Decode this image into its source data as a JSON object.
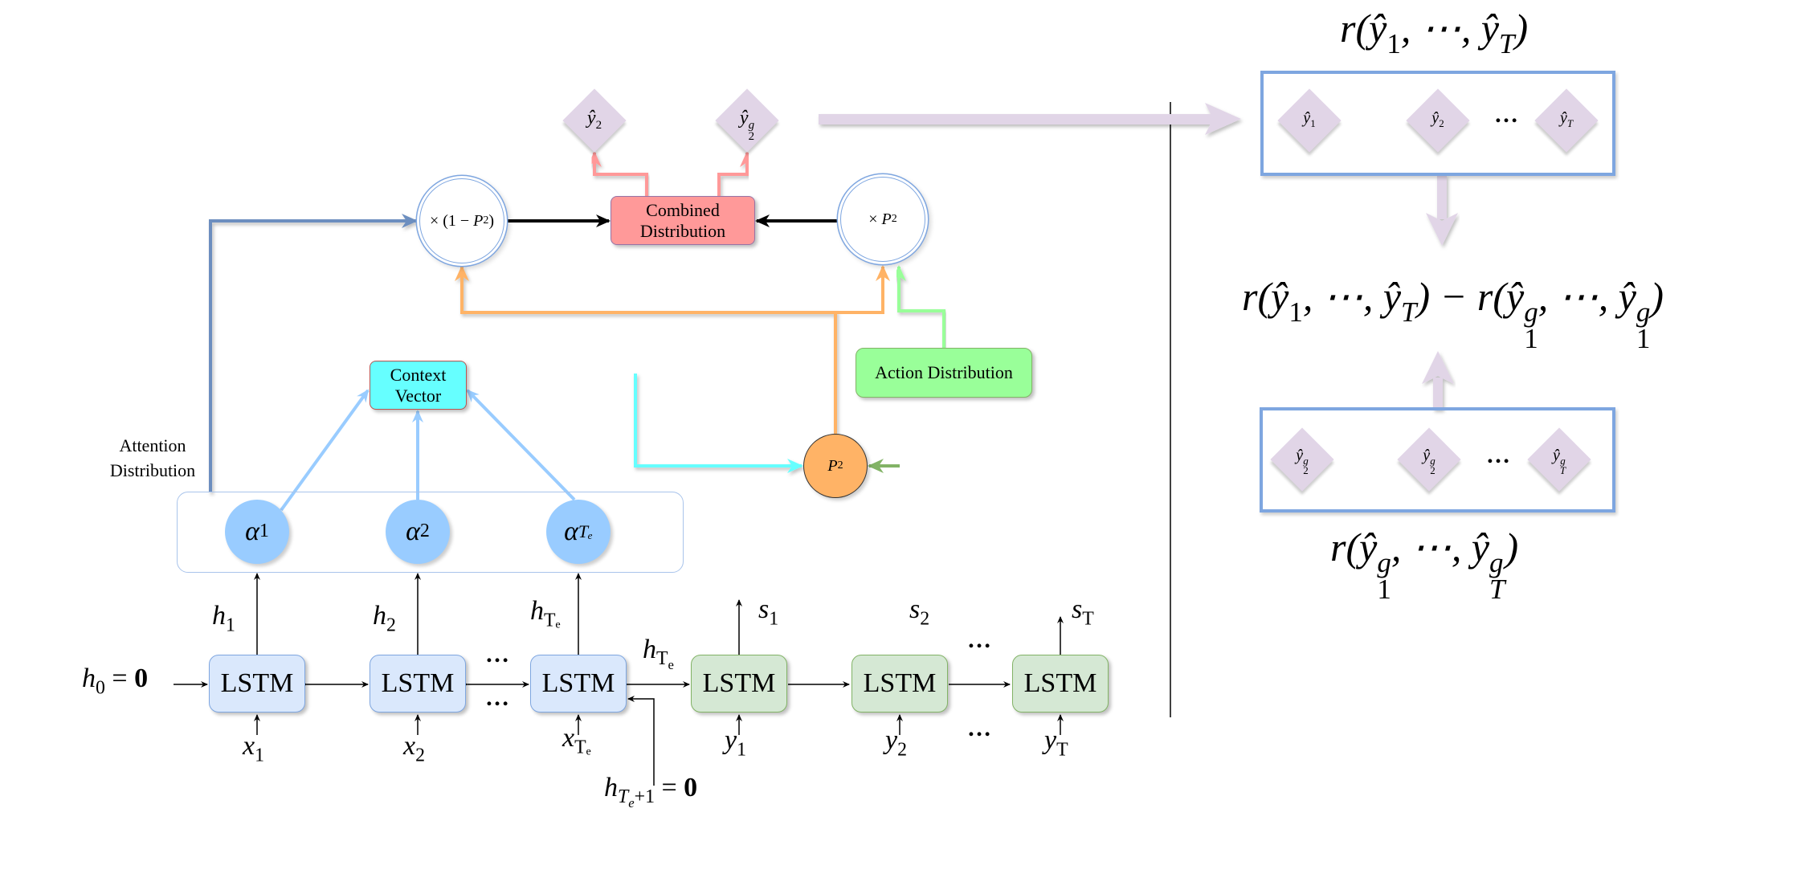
{
  "encoder": {
    "init_state": "h₀ = 0",
    "cells": [
      {
        "label": "LSTM",
        "input": "x",
        "input_sub": "1",
        "hidden": "h",
        "hidden_sub": "1"
      },
      {
        "label": "LSTM",
        "input": "x",
        "input_sub": "2",
        "hidden": "h",
        "hidden_sub": "2"
      },
      {
        "label": "LSTM",
        "input": "x",
        "input_sub": "Tₑ",
        "hidden": "h",
        "hidden_sub": "Tₑ"
      }
    ],
    "ellipsis": "…",
    "backward_init": "h_{Tₑ+1} = 0",
    "handoff_label": "h_{Tₑ}"
  },
  "decoder": {
    "cells": [
      {
        "label": "LSTM",
        "input": "y",
        "input_sub": "1",
        "output": "s",
        "output_sub": "1"
      },
      {
        "label": "LSTM",
        "input": "y",
        "input_sub": "2",
        "output": "s",
        "output_sub": "2"
      },
      {
        "label": "LSTM",
        "input": "y",
        "input_sub": "T",
        "output": "s",
        "output_sub": "T"
      }
    ],
    "ellipsis": "…"
  },
  "attention": {
    "label_line1": "Attention",
    "label_line2": "Distribution",
    "weights": [
      {
        "symbol": "α",
        "sub": "1"
      },
      {
        "symbol": "α",
        "sub": "2"
      },
      {
        "symbol": "α",
        "sub": "Tₑ"
      }
    ]
  },
  "context_vector": {
    "line1": "Context",
    "line2": "Vector"
  },
  "action_distribution": {
    "label": "Action Distribution"
  },
  "switch": {
    "label": "P",
    "sub": "2"
  },
  "mixers": {
    "left": {
      "prefix": "× (1 − ",
      "var": "P",
      "sub": "2",
      "suffix": ")"
    },
    "right": {
      "prefix": "× ",
      "var": "P",
      "sub": "2"
    }
  },
  "combined_distribution": {
    "line1": "Combined",
    "line2": "Distribution"
  },
  "samples": [
    {
      "symbol": "ŷ",
      "sub": "2",
      "sup": ""
    },
    {
      "symbol": "ŷ",
      "sub": "2",
      "sup": "g"
    }
  ],
  "reward_panel": {
    "top_formula": {
      "text": "r(ŷ",
      "parts": [
        "r(ŷ",
        "1",
        ", ⋯, ŷ",
        "T",
        ")"
      ]
    },
    "top_sequence": [
      {
        "symbol": "ŷ",
        "sub": "1",
        "sup": ""
      },
      {
        "symbol": "ŷ",
        "sub": "2",
        "sup": ""
      },
      {
        "symbol": "ŷ",
        "sub": "T",
        "sup": ""
      }
    ],
    "middle_formula": [
      "r(ŷ",
      "1",
      ", ⋯, ŷ",
      "T",
      ") − r(ŷ",
      "g",
      "1",
      ", ⋯, ŷ",
      "g",
      "1",
      ")"
    ],
    "bottom_sequence": [
      {
        "symbol": "ŷ",
        "sub": "2",
        "sup": "g"
      },
      {
        "symbol": "ŷ",
        "sub": "2",
        "sup": "g"
      },
      {
        "symbol": "ŷ",
        "sub": "T",
        "sup": "g"
      }
    ],
    "bottom_formula": [
      "r(ŷ",
      "g",
      "1",
      ", ⋯, ŷ",
      "g",
      "T",
      ")"
    ],
    "ellipsis": "…"
  },
  "colors": {
    "encoder_fill": "#dae8fc",
    "decoder_fill": "#d5e8d4",
    "attention_fill": "#99ccff",
    "context_fill": "#66ffff",
    "action_fill": "#99ff99",
    "combined_fill": "#ff9999",
    "switch_fill": "#ffb366",
    "sample_fill": "#e1d5e7",
    "frame_blue": "#7ea6e0"
  }
}
